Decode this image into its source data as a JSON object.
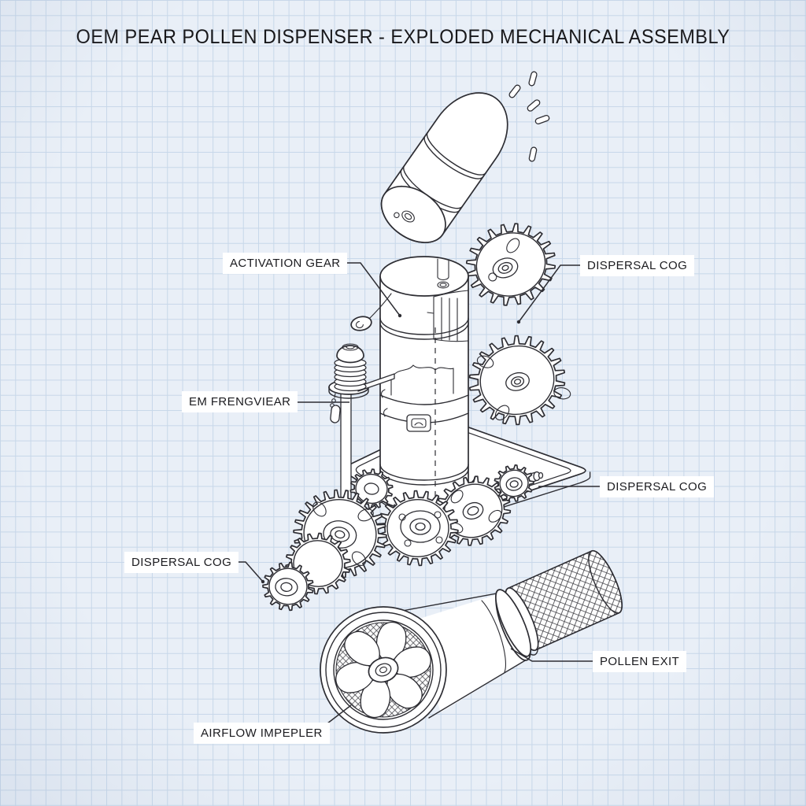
{
  "title": "OEM PEAR POLLEN DISPENSER - EXPLODED MECHANICAL ASSEMBLY",
  "labels": [
    {
      "id": "activation-gear",
      "text": "ACTIVATION GEAR"
    },
    {
      "id": "dispersal-cog-top",
      "text": "DISPERSAL COG"
    },
    {
      "id": "em-frengviear",
      "text": "EM FRENGVIEAR"
    },
    {
      "id": "dispersal-cog-right",
      "text": "DISPERSAL COG"
    },
    {
      "id": "dispersal-cog-left",
      "text": "DISPERSAL COG"
    },
    {
      "id": "pollen-exit",
      "text": "POLLEN EXIT"
    },
    {
      "id": "airflow-impeller",
      "text": "AIRFLOW IMPEPLER"
    }
  ],
  "colors": {
    "background": "#e9eff7",
    "grid_line": "#c7d7e9",
    "ink": "#2d2d33",
    "label_background": "#ffffff",
    "label_text": "#1b1b1f",
    "title_text": "#17171a"
  }
}
